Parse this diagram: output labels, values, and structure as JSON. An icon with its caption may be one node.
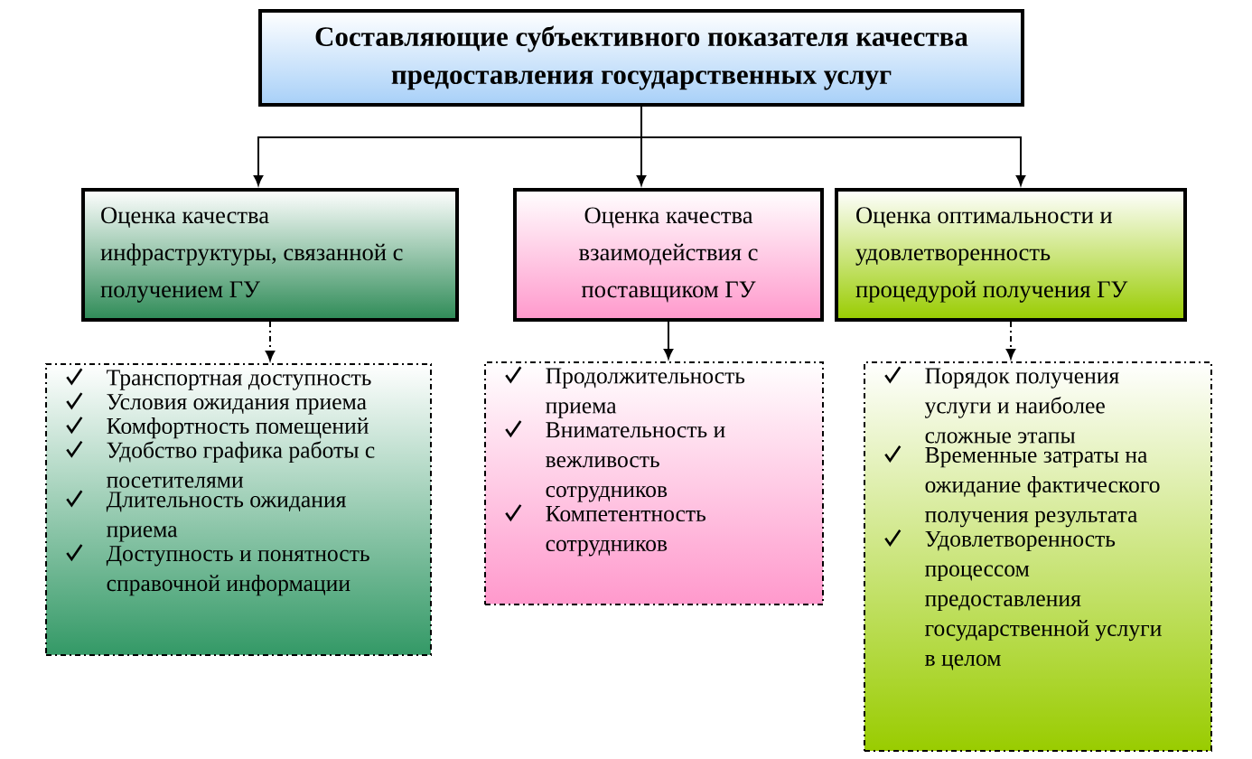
{
  "diagram": {
    "nodes": [
      {
        "text": [
          "Составляющие субъективного показателя качества предоставления государственных услуг"
        ]
      },
      {
        "text": [
          "Оценка качества инфраструктуры, связанной с получением ГУ"
        ]
      },
      {
        "text": [
          "Оценка качества взаимодействия с поставщиком ГУ"
        ]
      },
      {
        "text": [
          "Оценка оптимальности и удовлетворенность процедурой получения ГУ"
        ]
      },
      {
        "text": [
          "Транспортная доступность",
          "Условия ожидания приема",
          "Комфортность помещений",
          "Удобство графика работы с посетителями",
          "Длительность ожидания приема",
          "Доступность и понятность справочной информации"
        ]
      },
      {
        "text": [
          "Продолжительность приема",
          "Внимательность и вежливость сотрудников",
          "Компетентность сотрудников"
        ]
      },
      {
        "text": [
          "Порядок получения услуги и наиболее сложные этапы",
          "Временные затраты на ожидание фактического получения результата",
          "Удовлетворенность процессом предоставления государственной услуги в целом"
        ]
      }
    ],
    "edges": [
      {
        "from": 0,
        "to": 1,
        "arrow": "to"
      },
      {
        "from": 0,
        "to": 2,
        "arrow": "to"
      },
      {
        "from": 0,
        "to": 3,
        "arrow": "to"
      },
      {
        "from": 2,
        "to": 5,
        "arrow": "to"
      },
      {
        "from": 1,
        "to": 4,
        "arrow": "to",
        "style": "dashed"
      },
      {
        "from": 3,
        "to": 6,
        "arrow": "to",
        "style": "dashed"
      }
    ]
  }
}
